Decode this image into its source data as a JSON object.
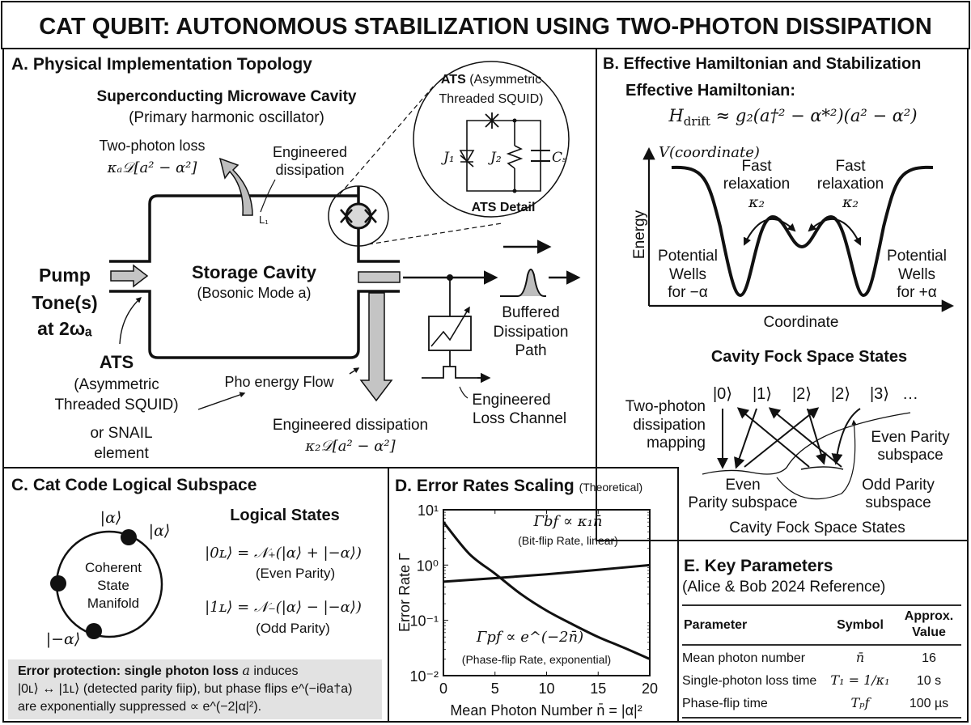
{
  "title": "CAT QUBIT: AUTONOMOUS STABILIZATION USING TWO-PHOTON DISSIPATION",
  "panel_a": {
    "heading": "A. Physical Implementation Topology",
    "cavity_title": "Superconducting Microwave Cavity",
    "cavity_subtitle": "(Primary harmonic oscillator)",
    "two_photon_loss": "Two-photon loss",
    "two_photon_formula": "κₐ𝒟[a² − α²]",
    "engineered": "Engineered",
    "dissipation": "dissipation",
    "l1": "L₁",
    "ats_detail": {
      "ats": "ATS",
      "line1": "(Asymmetric",
      "line2": "Threaded SQUID)",
      "j1": "J₁",
      "j2": "J₂",
      "cs": "Cₛ",
      "caption": "ATS Detail"
    },
    "storage_title": "Storage Cavity",
    "storage_sub": "(Bosonic Mode a)",
    "pump": [
      "Pump",
      "Tone(s)",
      "at 2ωₐ"
    ],
    "ats_label": [
      "ATS",
      "(Asymmetric",
      "Threaded SQUID)",
      "or SNAIL",
      "element"
    ],
    "energy_flow": "Pho energy Flow",
    "eng_diss": "Engineered dissipation",
    "eng_diss_formula": "κ₂𝒟[a² − α²]",
    "buffered": [
      "Buffered",
      "Dissipation",
      "Path"
    ],
    "loss_channel": [
      "Engineered",
      "Loss Channel"
    ]
  },
  "panel_b": {
    "heading": "B. Effective Hamiltonian and Stabilization",
    "ham_label": "Effective Hamiltonian:",
    "ham_H": "H",
    "ham_sub": "drift",
    "ham_rest": "≈ g₂(a†² − α*²)(a² − α²)",
    "y_axis": "V(coordinate)",
    "energy": "Energy",
    "coordinate": "Coordinate",
    "fast_left": [
      "Fast",
      "relaxation",
      "κ₂"
    ],
    "fast_right": [
      "Fast",
      "relaxation",
      "κ₂"
    ],
    "wells_left": [
      "Potential",
      "Wells",
      "for −α"
    ],
    "wells_right": [
      "Potential",
      "Wells",
      "for +α"
    ],
    "fock_title": "Cavity Fock Space States",
    "kets": [
      "|0⟩",
      "|1⟩",
      "|2⟩",
      "|2⟩",
      "|3⟩",
      "…"
    ],
    "mapping": [
      "Two-photon",
      "dissipation",
      "mapping"
    ],
    "even_right": [
      "Even Parity",
      "subspace"
    ],
    "even_left": [
      "Even",
      "Parity subspace"
    ],
    "odd": [
      "Odd Parity",
      "subspace"
    ],
    "fock_caption": "Cavity Fock Space States"
  },
  "panel_c": {
    "heading": "C. Cat Code Logical Subspace",
    "alpha_top": "|α⟩",
    "alpha_right": "|α⟩",
    "minus_alpha": "|−α⟩",
    "manifold": [
      "Coherent",
      "State",
      "Manifold"
    ],
    "logical_title": "Logical States",
    "zero_L": "|0ʟ⟩ = 𝒩₊(|α⟩ + |−α⟩)",
    "even": "(Even Parity)",
    "one_L": "|1ʟ⟩ = 𝒩₋(|α⟩ − |−α⟩)",
    "odd": "(Odd Parity)",
    "note_bold": "Error protection: single photon loss",
    "note_a": "a",
    "note_line1_end": "induces",
    "note_line2": "|0ʟ⟩ ↔ |1ʟ⟩ (detected parity fiip), but phase flips e^(−iθa†a)",
    "note_line3": "are exponentially suppressed ∝ e^(−2|α|²)."
  },
  "chart_data": {
    "type": "line",
    "title": "D. Error Rates Scaling",
    "subtitle": "(Theoretical)",
    "xlabel": "Mean Photon Number n̄ = |α|²",
    "ylabel": "Error Rate Γ",
    "xlim": [
      0,
      20
    ],
    "ylim": [
      0.01,
      10
    ],
    "yscale": "log",
    "x_ticks": [
      "0",
      "5",
      "10",
      "15",
      "20"
    ],
    "y_ticks": [
      "10¹",
      "10⁰",
      "10⁻¹",
      "10⁻²"
    ],
    "series": [
      {
        "name": "Γbf ∝ κ₁n̄",
        "note": "(Bit-flip Rate, linear)",
        "x": [
          0,
          5,
          10,
          15,
          20
        ],
        "y": [
          0.5,
          0.58,
          0.68,
          0.82,
          1.0
        ]
      },
      {
        "name": "Γpf ∝ e^(−2n̄)",
        "note": "(Phase-flip Rate, exponential)",
        "x": [
          0,
          2.5,
          5,
          7.5,
          10,
          12.5,
          15,
          17.5,
          20
        ],
        "y": [
          6,
          1.6,
          0.7,
          0.3,
          0.15,
          0.085,
          0.05,
          0.032,
          0.02
        ]
      }
    ]
  },
  "panel_e": {
    "heading": "E. Key Parameters",
    "subheading": "(Alice & Bob 2024 Reference)",
    "columns": [
      "Parameter",
      "Symbol",
      "Approx.",
      "Value"
    ],
    "rows": [
      {
        "param": "Mean photon number",
        "symbol": "n̄",
        "value": "16"
      },
      {
        "param": "Single-photon loss time",
        "symbol": "T₁ = 1/κ₁",
        "value": "10 s"
      },
      {
        "param": "Phase-flip time",
        "symbol": "Tₚf",
        "value": "100 µs"
      }
    ]
  }
}
